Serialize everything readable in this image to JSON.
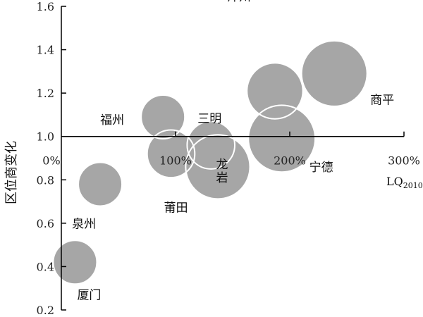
{
  "chart_data": {
    "type": "scatter",
    "subtype": "bubble",
    "ylabel": "区位商变化",
    "xlabel_main": "LQ",
    "xlabel_sub": "2010",
    "xlim": [
      0,
      3
    ],
    "ylim": [
      0.2,
      1.6
    ],
    "x_axis_crosses_y_at": 1.0,
    "xticks": [
      0,
      1,
      2,
      3
    ],
    "xtick_labels": [
      "0%",
      "100%",
      "200%",
      "300%"
    ],
    "yticks": [
      0.2,
      0.4,
      0.6,
      0.8,
      1.0,
      1.2,
      1.4,
      1.6
    ],
    "ytick_labels": [
      "0.2",
      "0.4",
      "0.6",
      "0.8",
      "1.0",
      "1.2",
      "1.4",
      "1.6"
    ],
    "bubble_color": "#a6a6a6",
    "bubble_outline": "#ffffff",
    "points": [
      {
        "name": "厦门",
        "x": 0.12,
        "y": 0.42,
        "size": 1.0
      },
      {
        "name": "泉州",
        "x": 0.34,
        "y": 0.78,
        "size": 1.0
      },
      {
        "name": "福州",
        "x": 0.89,
        "y": 1.09,
        "size": 1.0
      },
      {
        "name": "莆田",
        "x": 0.96,
        "y": 0.92,
        "size": 1.09
      },
      {
        "name": "龙岩",
        "x": 1.37,
        "y": 0.86,
        "size": 1.47
      },
      {
        "name": "三明",
        "x": 1.31,
        "y": 0.96,
        "size": 1.09
      },
      {
        "name": "漳州",
        "x": 1.87,
        "y": 1.21,
        "size": 1.28
      },
      {
        "name": "宁德",
        "x": 1.93,
        "y": 0.99,
        "size": 1.53
      },
      {
        "name": "商平",
        "x": 2.39,
        "y": 1.29,
        "size": 1.5
      }
    ]
  }
}
